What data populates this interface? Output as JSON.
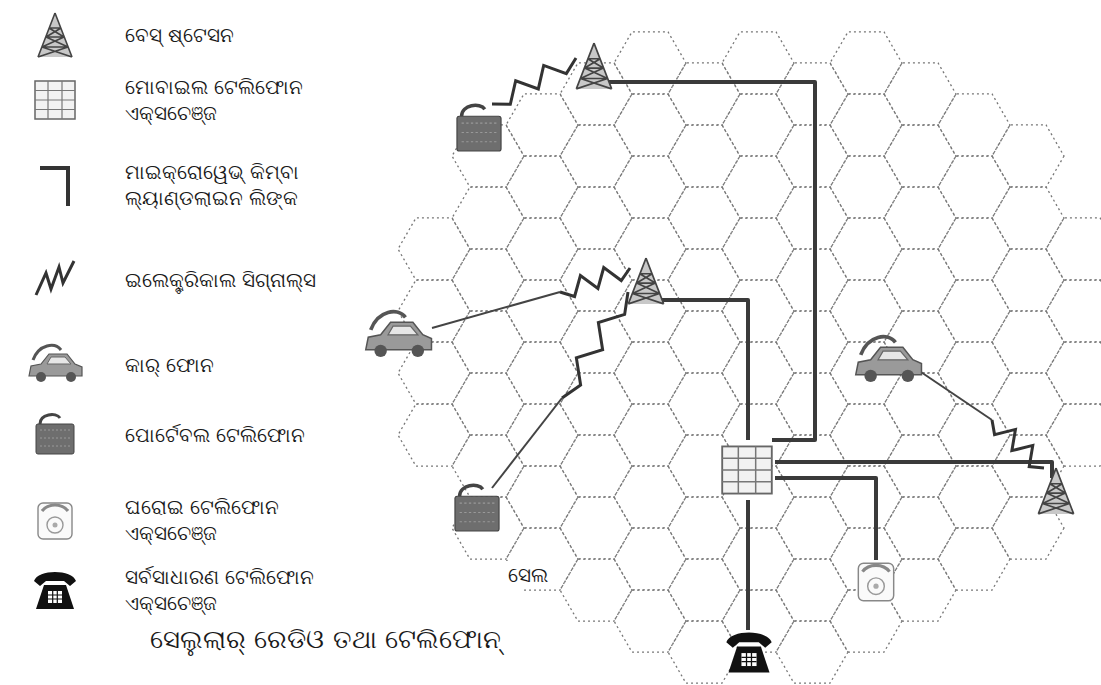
{
  "diagram": {
    "caption": "ସେଲୁଲାର୍ ରେଡିଓ ତଥା ଟେଲିଫୋନ୍",
    "labels": [
      "ସେଲ"
    ],
    "legend": [
      {
        "text": "ବେସ୍ ଷ୍ଟେସନ"
      },
      {
        "text": "ମୋବାଇଲ ଟେଲିଫୋନ ଏକ୍ସଚେଞ୍ଜ"
      },
      {
        "text": "ମାଇକ୍ରୋୱେଭ୍ କିମ୍ବା ଲ୍ୟାଣ୍ଡଲାଇନ ଲିଙ୍କ"
      },
      {
        "text": "ଇଲେକ୍ଟ୍ରିକାଲ ସିଗ୍ନାଲ୍ସ"
      },
      {
        "text": "କାର୍ ଫୋନ"
      },
      {
        "text": "ପୋର୍ଟେବଲ ଟେଲିଫୋନ"
      },
      {
        "text": "ଘରୋଇ ଟେଲିଫୋନ ଏକ୍ସଚେଞ୍ଜ"
      },
      {
        "text": "ସର୍ବସାଧାରଣ ଟେଲିଫୋନ ଏକ୍ସଚେଞ୍ଜ"
      }
    ]
  }
}
